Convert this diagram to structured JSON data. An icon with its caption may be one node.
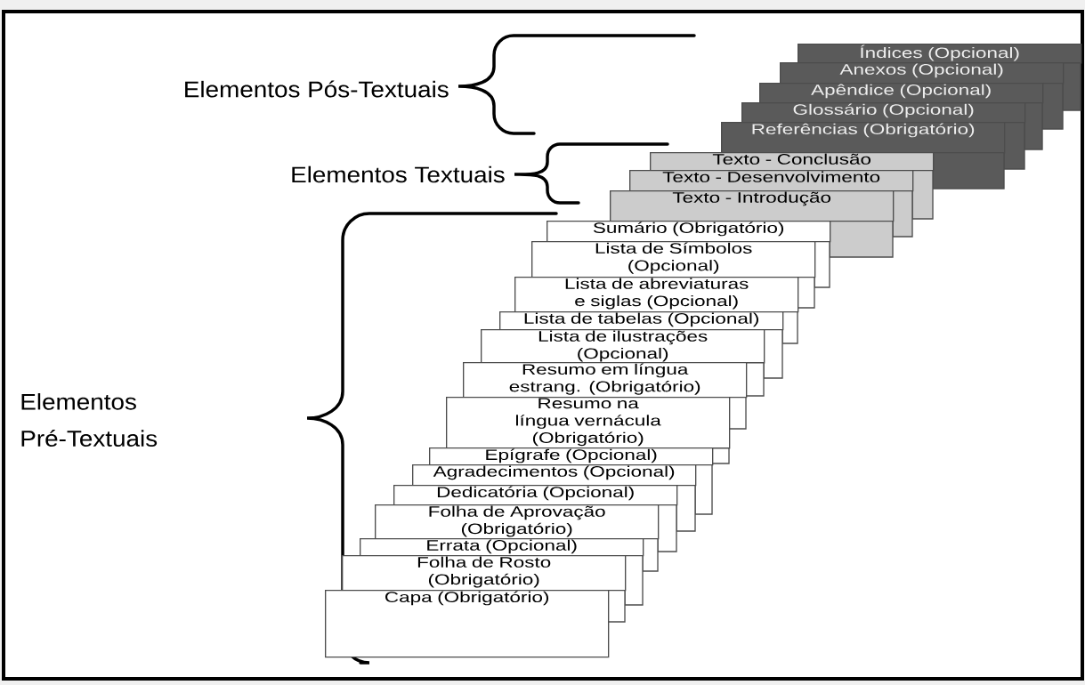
{
  "diagram": {
    "nodes": [
      {
        "text": [
          "Índices (Opcional)"
        ]
      },
      {
        "text": [
          "Anexos (Opcional)"
        ]
      },
      {
        "text": [
          "Apêndice (Opcional)"
        ]
      },
      {
        "text": [
          "Glossário (Opcional)"
        ]
      },
      {
        "text": [
          "Referências (Obrigatório)"
        ]
      },
      {
        "text": [
          "Texto - Conclusão"
        ]
      },
      {
        "text": [
          "Texto - Desenvolvimento"
        ]
      },
      {
        "text": [
          "Texto - Introdução"
        ]
      },
      {
        "text": [
          "Sumário (Obrigatório)"
        ]
      },
      {
        "text": [
          "Lista de Símbolos (Opcional)"
        ]
      },
      {
        "text": [
          "Lista de abreviaturas e siglas (Opcional)"
        ]
      },
      {
        "text": [
          "Lista de tabelas (Opcional)"
        ]
      },
      {
        "text": [
          "Lista de ilustrações (Opcional)"
        ]
      },
      {
        "text": [
          "Resumo em língua estrang. (Obrigatório)"
        ]
      },
      {
        "text": [
          "Resumo na língua vernácula (Obrigatório)"
        ]
      },
      {
        "text": [
          "Epígrafe (Opcional)"
        ]
      },
      {
        "text": [
          "Agradecimentos (Opcional)"
        ]
      },
      {
        "text": [
          "Dedicatória (Opcional)"
        ]
      },
      {
        "text": [
          "Folha de Aprovação (Obrigatório)"
        ]
      },
      {
        "text": [
          "Errata (Opcional)"
        ]
      },
      {
        "text": [
          "Folha de Rosto (Obrigatório)"
        ]
      },
      {
        "text": [
          "Capa (Obrigatório)"
        ]
      }
    ],
    "labels": [
      "Elementos Pós-Textuais",
      "Elementos Textuais",
      "Elementos Pré-Textuais"
    ]
  }
}
